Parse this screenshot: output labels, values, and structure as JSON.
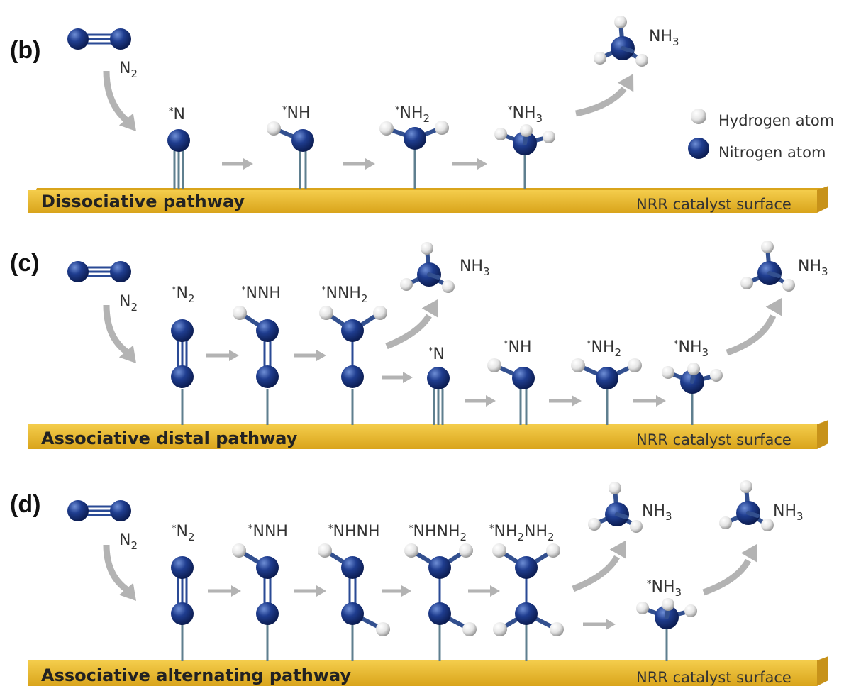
{
  "panels": {
    "b": {
      "letter": "(b)",
      "pathway": "Dissociative pathway",
      "surface": "NRR catalyst surface",
      "gas": {
        "main": "N",
        "sub": "2"
      },
      "steps": [
        {
          "star": "*",
          "main": "N"
        },
        {
          "star": "*",
          "main": "NH"
        },
        {
          "star": "*",
          "main": "NH",
          "sub": "2"
        },
        {
          "star": "*",
          "main": "NH",
          "sub": "3"
        }
      ],
      "product": {
        "main": "NH",
        "sub": "3"
      }
    },
    "c": {
      "letter": "(c)",
      "pathway": "Associative distal pathway",
      "surface": "NRR catalyst surface",
      "gas": {
        "main": "N",
        "sub": "2"
      },
      "steps": [
        {
          "star": "*",
          "main": "N",
          "sub": "2"
        },
        {
          "star": "*",
          "main": "NNH"
        },
        {
          "star": "*",
          "main": "NNH",
          "sub": "2"
        },
        {
          "star": "*",
          "main": "N"
        },
        {
          "star": "*",
          "main": "NH"
        },
        {
          "star": "*",
          "main": "NH",
          "sub": "2"
        },
        {
          "star": "*",
          "main": "NH",
          "sub": "3"
        }
      ],
      "products": [
        {
          "main": "NH",
          "sub": "3"
        },
        {
          "main": "NH",
          "sub": "3"
        }
      ]
    },
    "d": {
      "letter": "(d)",
      "pathway": "Associative alternating pathway",
      "surface": "NRR catalyst surface",
      "gas": {
        "main": "N",
        "sub": "2"
      },
      "steps": [
        {
          "star": "*",
          "main": "N",
          "sub": "2"
        },
        {
          "star": "*",
          "main": "NNH"
        },
        {
          "star": "*",
          "main": "NHNH"
        },
        {
          "star": "*",
          "main": "NHNH",
          "sub": "2"
        },
        {
          "star": "*",
          "main": "NH",
          "sub": "2",
          "main2": "NH",
          "sub2": "2"
        },
        {
          "star": "*",
          "main": "NH",
          "sub": "3"
        }
      ],
      "products": [
        {
          "main": "NH",
          "sub": "3"
        },
        {
          "main": "NH",
          "sub": "3"
        }
      ]
    }
  },
  "legend": {
    "hydrogen": "Hydrogen atom",
    "nitrogen": "Nitrogen atom"
  },
  "colors": {
    "nitrogen": "#1e3a8a",
    "hydrogen": "#e6e6e6",
    "surface": "#e8b52a",
    "arrow": "#b3b3b3",
    "bond": "#5f7f8f"
  }
}
